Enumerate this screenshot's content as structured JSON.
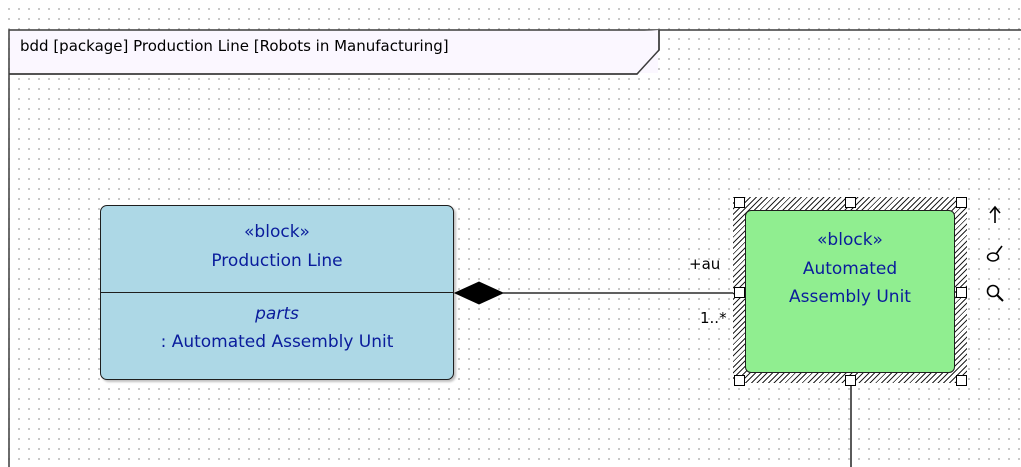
{
  "frame": {
    "label": "bdd  [package] Production Line [Robots in Manufacturing]"
  },
  "blocks": {
    "production_line": {
      "stereotype": "«block»",
      "name": "Production Line",
      "compartment_title": "parts",
      "part": ": Automated Assembly Unit",
      "fill": "#add8e6"
    },
    "assembly_unit": {
      "stereotype": "«block»",
      "name_line1": "Automated",
      "name_line2": "Assembly Unit",
      "fill": "#90ee90"
    }
  },
  "association": {
    "role": "+au",
    "multiplicity": "1..*"
  },
  "text_color": "#0a1c9c",
  "quick_tools": [
    "up-arrow-icon",
    "paint-brush-icon",
    "magnifier-icon"
  ]
}
